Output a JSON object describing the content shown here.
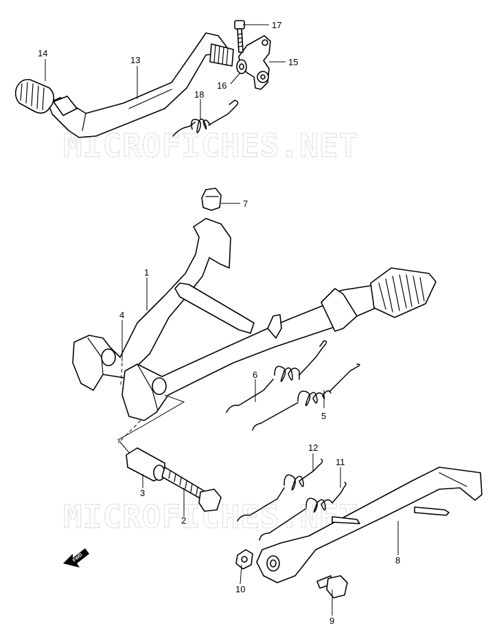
{
  "watermark": "MICROFICHES.NET",
  "fwd_label": "FWD",
  "callouts": {
    "c1": "1",
    "c2": "2",
    "c3": "3",
    "c4": "4",
    "c5": "5",
    "c6": "6",
    "c7": "7",
    "c8": "8",
    "c9": "9",
    "c10": "10",
    "c11": "11",
    "c12": "12",
    "c13": "13",
    "c14": "14",
    "c15": "15",
    "c16": "16",
    "c17": "17",
    "c18": "18"
  }
}
